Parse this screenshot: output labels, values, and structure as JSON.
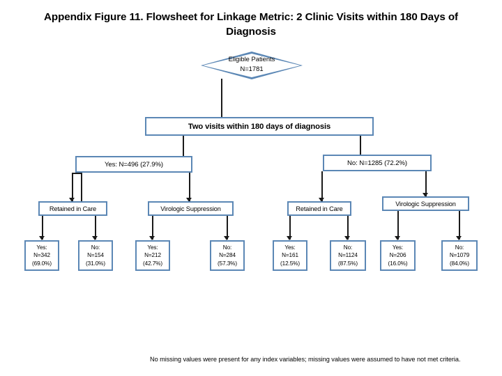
{
  "figure": {
    "title": "Appendix Figure 11. Flowsheet for Linkage Metric: 2 Clinic Visits within 180 Days of Diagnosis",
    "footnote": "No missing values were present for any index variables; missing values were assumed to have not met criteria.",
    "accent_color": "#5b87b5",
    "connector_color": "#1a1a1a",
    "background_color": "#ffffff"
  },
  "nodes": {
    "eligible": {
      "line1": "Eligible Patients",
      "line2": "N=1781"
    },
    "criterion": {
      "label": "Two visits within 180 days of diagnosis"
    },
    "branch_yes": {
      "label": "Yes: N=496 (27.9%)"
    },
    "branch_no": {
      "label": "No: N=1285 (72.2%)"
    },
    "categories": [
      {
        "label": "Retained in Care"
      },
      {
        "label": "Virologic Suppression"
      },
      {
        "label": "Retained in Care"
      },
      {
        "label": "Virologic Suppression"
      }
    ],
    "leaves": [
      {
        "answer": "Yes:",
        "count": "N=342",
        "percent": "(69.0%)"
      },
      {
        "answer": "No:",
        "count": "N=154",
        "percent": "(31.0%)"
      },
      {
        "answer": "Yes:",
        "count": "N=212",
        "percent": "(42.7%)"
      },
      {
        "answer": "No:",
        "count": "N=284",
        "percent": "(57.3%)"
      },
      {
        "answer": "Yes:",
        "count": "N=161",
        "percent": "(12.5%)"
      },
      {
        "answer": "No:",
        "count": "N=1124",
        "percent": "(87.5%)"
      },
      {
        "answer": "Yes:",
        "count": "N=206",
        "percent": "(16.0%)"
      },
      {
        "answer": "No:",
        "count": "N=1079",
        "percent": "(84.0%)"
      }
    ]
  }
}
